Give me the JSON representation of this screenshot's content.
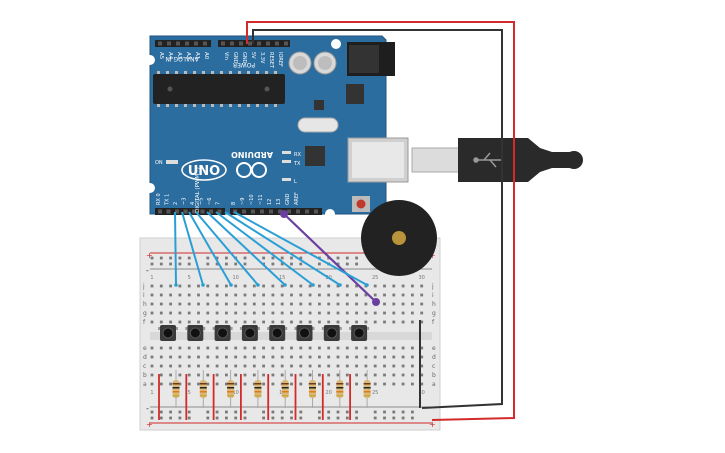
{
  "arduino": {
    "brand": "ARDUINO",
    "model": "UNO",
    "power_label": "POWER",
    "analog_label": "ANALOG IN",
    "digital_label": "DIGITAL (PWM~)",
    "on_label": "ON",
    "tx_label": "TX",
    "rx_label": "RX",
    "l_label": "L",
    "aref_label": "AREF",
    "gnd_label": "GND",
    "reset_label": "RESET",
    "ioref_label": "IOREF",
    "vin_label": "Vin",
    "v5_label": "5V",
    "v33_label": "3.3V",
    "analog_pins": [
      "A0",
      "A1",
      "A2",
      "A3",
      "A4",
      "A5"
    ],
    "digital_pins": [
      "13",
      "12",
      "~11",
      "~10",
      "~9",
      "8",
      "7",
      "~6",
      "~5",
      "4",
      "~3",
      "2",
      "TX 1",
      "RX 0"
    ]
  },
  "breadboard": {
    "row_letters_top": [
      "j",
      "i",
      "h",
      "g",
      "f"
    ],
    "row_letters_bottom": [
      "e",
      "d",
      "c",
      "b",
      "a"
    ],
    "column_numbers": [
      "1",
      "5",
      "10",
      "15",
      "20",
      "25",
      "30"
    ],
    "plus": "+",
    "minus": "-"
  },
  "components": {
    "button_count": 8,
    "resistor_count": 8,
    "signal_wire_count": 8
  },
  "colors": {
    "board": "#2c6da0",
    "wire_signal": "#2a9fd6",
    "wire_buzzer": "#6b3fa0",
    "wire_power": "#d42a2a",
    "wire_ground": "#333333"
  }
}
